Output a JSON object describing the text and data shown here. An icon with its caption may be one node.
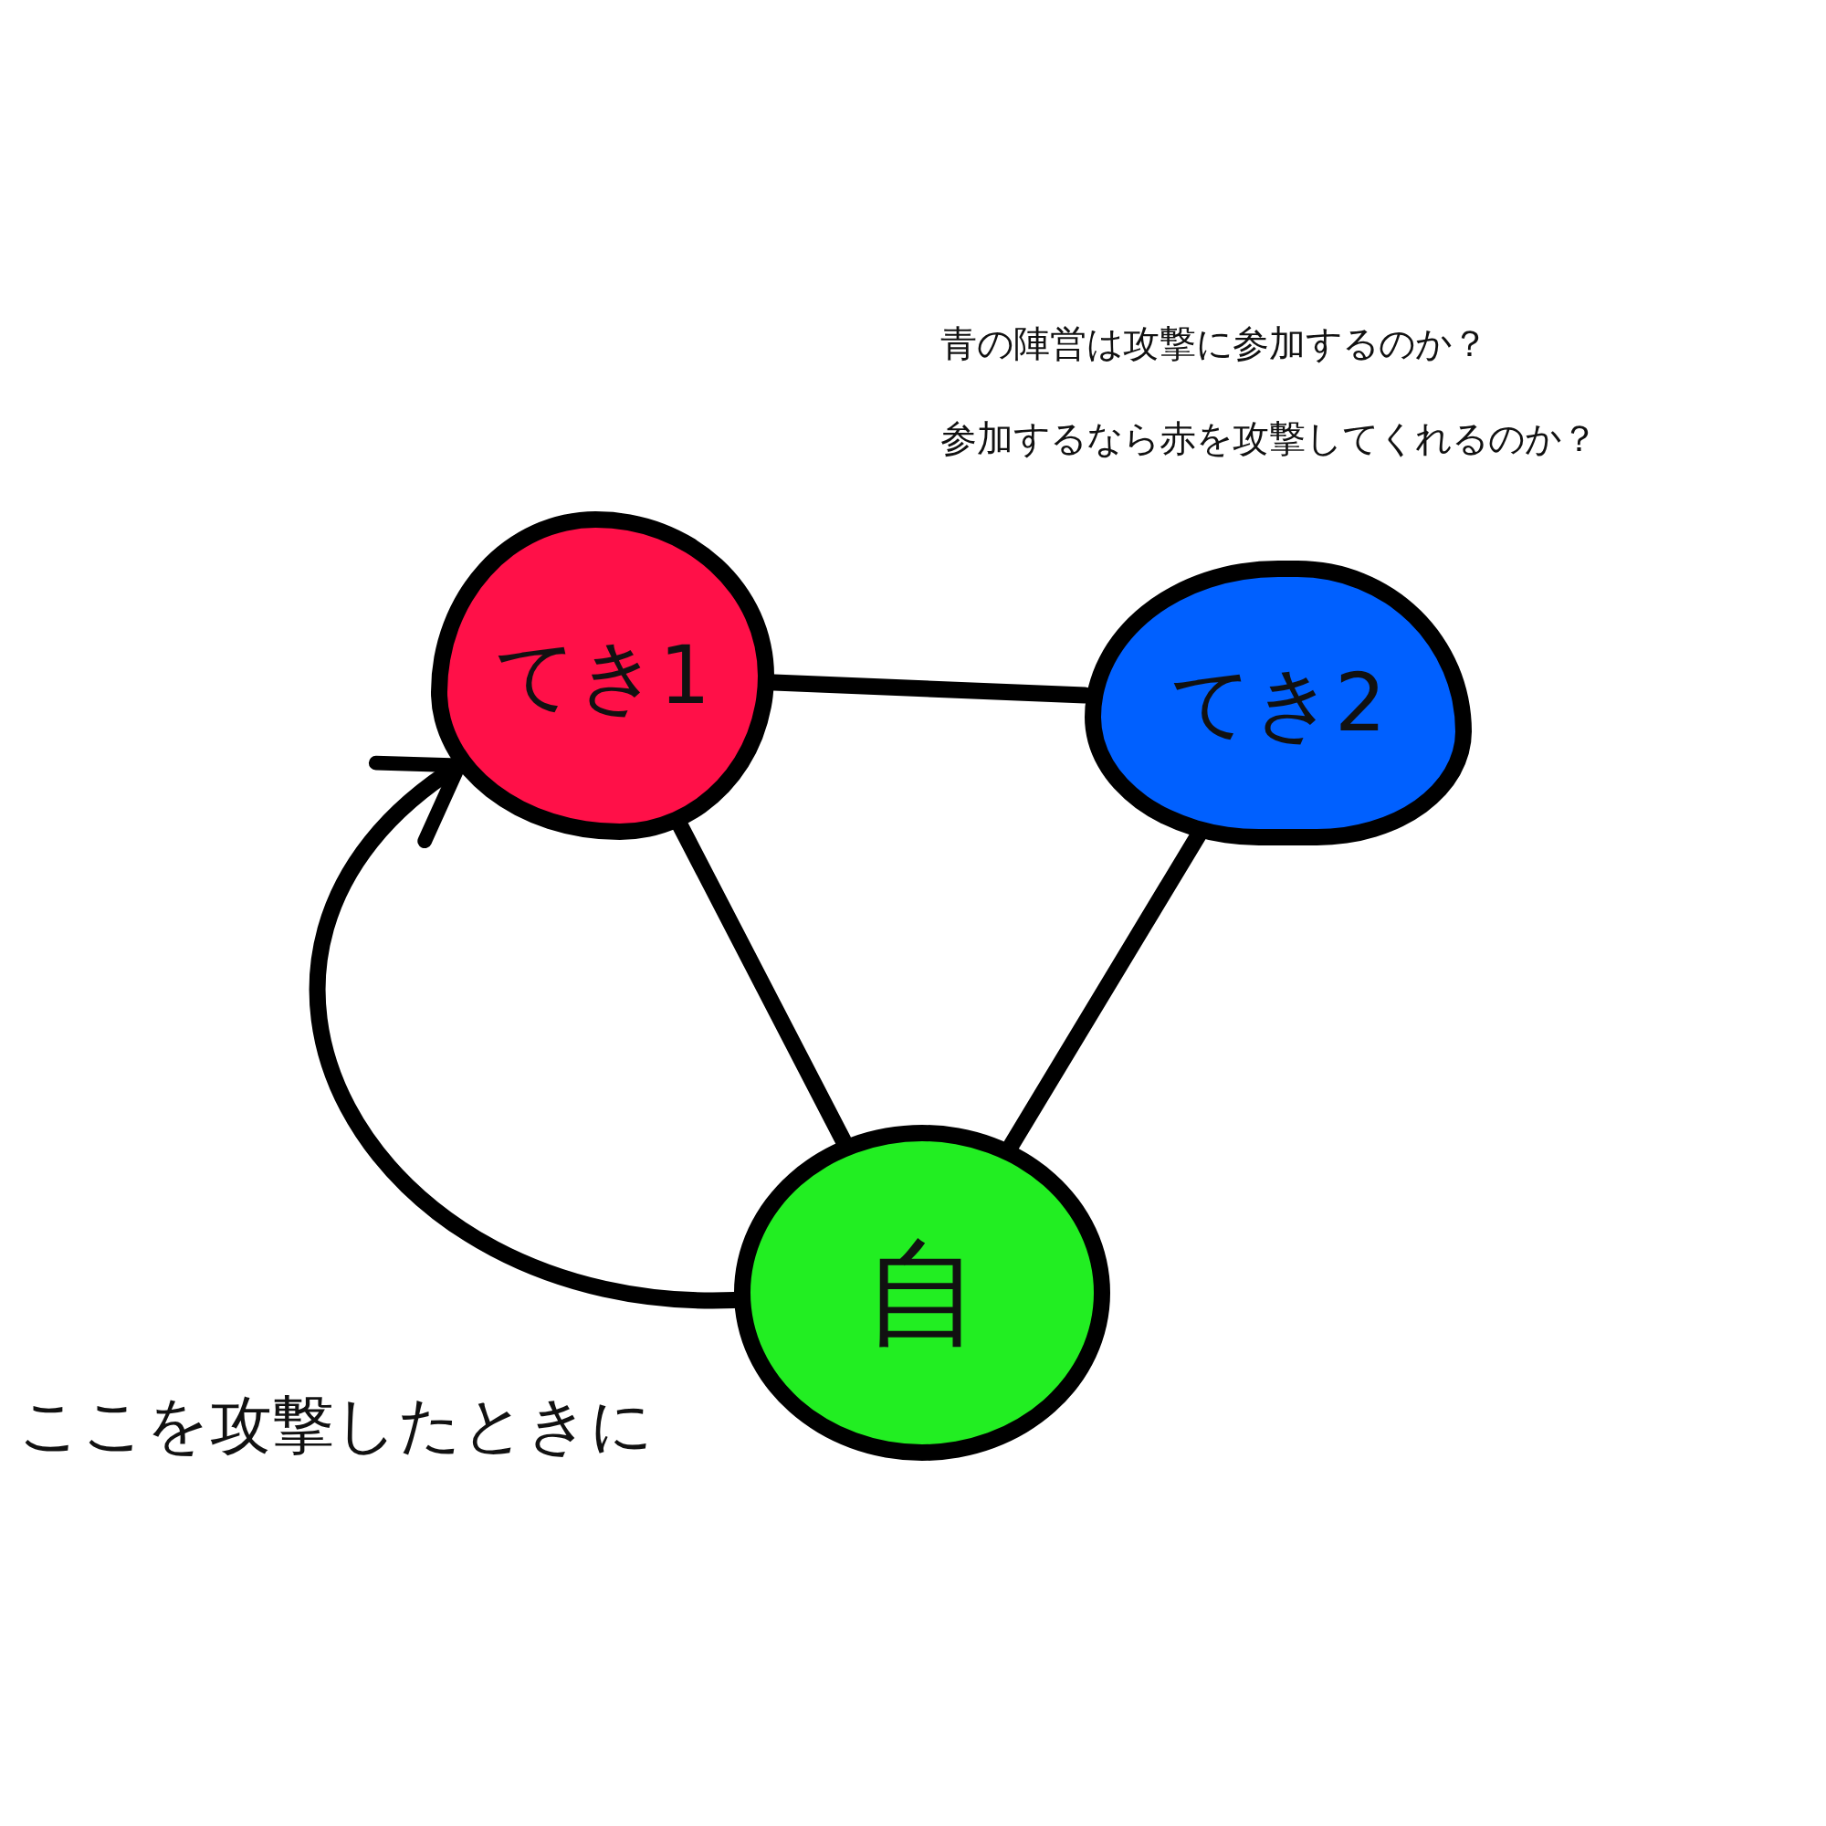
{
  "diagram": {
    "nodes": [
      {
        "text": [
          "てき1"
        ]
      },
      {
        "text": [
          "てき2"
        ]
      },
      {
        "text": [
          "自"
        ]
      }
    ],
    "edges": [
      {
        "from": 0,
        "to": 1,
        "arrow": "none"
      },
      {
        "from": 2,
        "to": 0,
        "arrow": "none"
      },
      {
        "from": 2,
        "to": 1,
        "arrow": "none"
      },
      {
        "from": 2,
        "to": 0,
        "arrow": "to"
      }
    ],
    "labels": [
      "青の陣営は攻撃に参加するのか？",
      "参加するなら赤を攻撃してくれるのか？",
      "ここを攻撃したときに"
    ]
  }
}
